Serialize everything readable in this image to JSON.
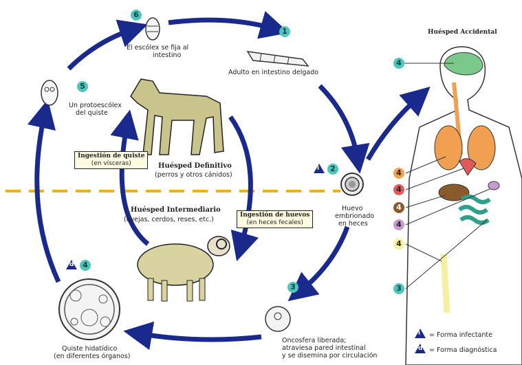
{
  "title_accidental": "Huésped Accidental",
  "stages": {
    "s1": {
      "num": "1",
      "label": "Adulto en intestino delgado"
    },
    "s2": {
      "num": "2",
      "label1": "Huevo",
      "label2": "embrionado",
      "label3": "en heces"
    },
    "s3": {
      "num": "3",
      "label1": "Oncosfera liberada;",
      "label2": "atraviesa pared intestinal",
      "label3": "y se disemina por circulación"
    },
    "s4": {
      "num": "4",
      "label1": "Quiste hidatídico",
      "label2": "(en diferentes órganos)"
    },
    "s5": {
      "num": "5",
      "label1": "Un protoescólex",
      "label2": "del quiste"
    },
    "s6": {
      "num": "6",
      "label1": "El escólex se fija al",
      "label2": "intestino"
    }
  },
  "hosts": {
    "definitive_title": "Huésped Definitivo",
    "definitive_sub": "(perros y otros cánidos)",
    "intermediate_title": "Huésped Intermediario",
    "intermediate_sub": "(ovejas, cerdos, reses, etc.)"
  },
  "boxes": {
    "cyst_title": "Ingestión de quiste",
    "cyst_sub": "(en vísceras)",
    "eggs_title": "Ingestión de huevos",
    "eggs_sub": "(en heces fecales)"
  },
  "organ_labels": [
    "4",
    "4",
    "4",
    "4",
    "4",
    "4",
    "3"
  ],
  "organ_colors": [
    "#f0a050",
    "#e05a5a",
    "#8a5a2a",
    "#c79ad0",
    "#f3f0a0"
  ],
  "legend": {
    "infective_symbol": "i",
    "infective_label": "= Forma infectante",
    "diagnostic_symbol": "d",
    "diagnostic_label": "= Forma diagnóstica"
  },
  "colors": {
    "cycle": "#1a2a8c",
    "badge": "#4fc6b8",
    "divider": "#f0b400",
    "animal": "#c9c48c"
  }
}
